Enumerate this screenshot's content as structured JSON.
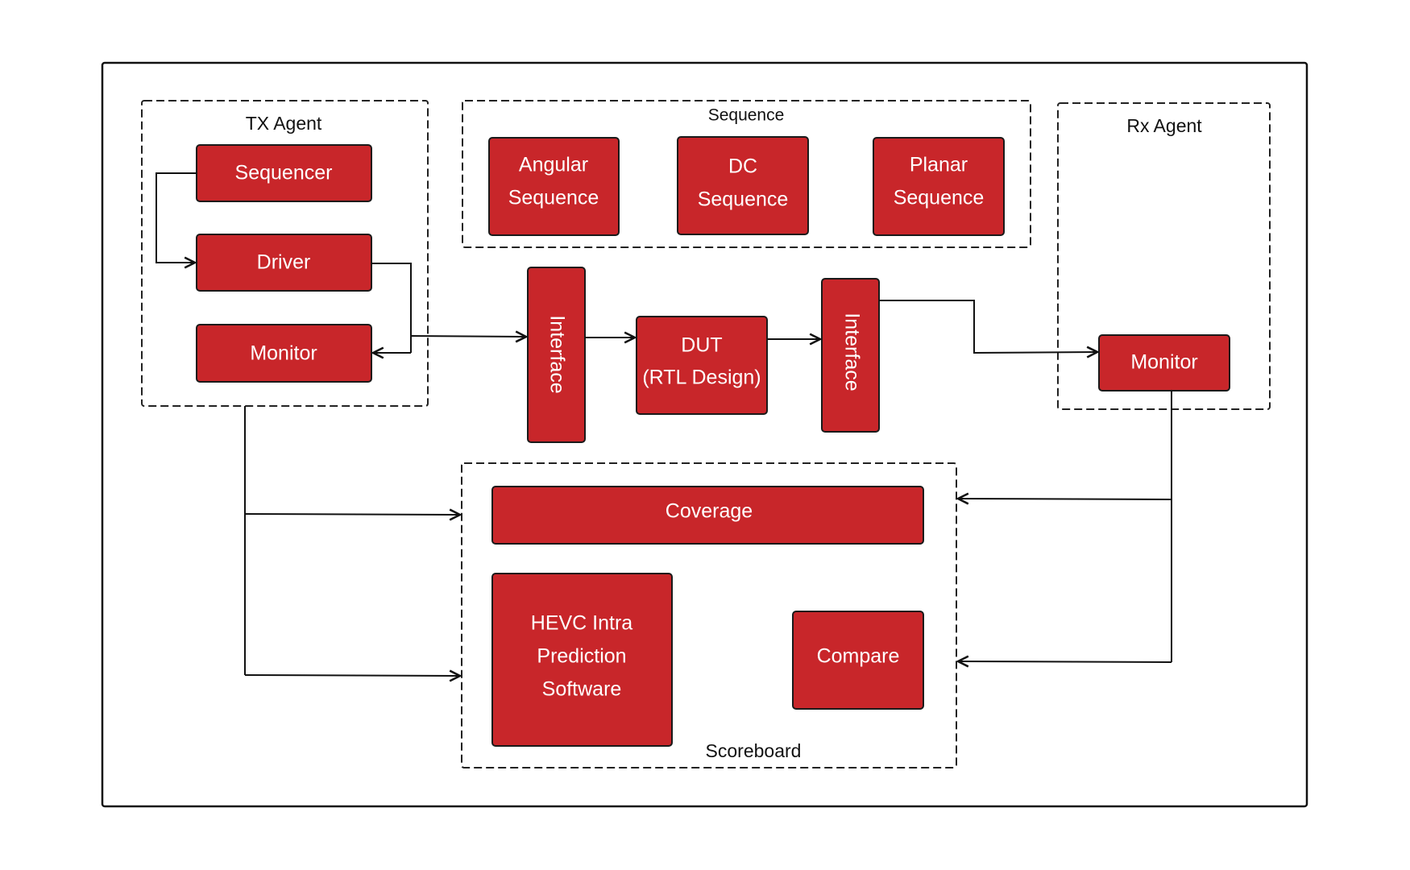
{
  "diagram": {
    "colors": {
      "block": "#c8262a",
      "block_text": "#ffffff",
      "line": "#111111",
      "background": "#ffffff"
    },
    "groups": {
      "tx_agent": {
        "title": "TX Agent"
      },
      "sequence": {
        "title": "Sequence"
      },
      "rx_agent": {
        "title": "Rx Agent"
      },
      "scoreboard": {
        "title": "Scoreboard"
      }
    },
    "blocks": {
      "tx_sequencer": {
        "lines": [
          "Sequencer"
        ]
      },
      "tx_driver": {
        "lines": [
          "Driver"
        ]
      },
      "tx_monitor": {
        "lines": [
          "Monitor"
        ]
      },
      "angular_sequence": {
        "lines": [
          "Angular",
          "Sequence"
        ]
      },
      "dc_sequence": {
        "lines": [
          "DC",
          "Sequence"
        ]
      },
      "planar_sequence": {
        "lines": [
          "Planar",
          "Sequence"
        ]
      },
      "interface_in": {
        "lines": [
          "Interface"
        ]
      },
      "dut": {
        "lines": [
          "DUT",
          "(RTL Design)"
        ]
      },
      "interface_out": {
        "lines": [
          "Interface"
        ]
      },
      "rx_monitor": {
        "lines": [
          "Monitor"
        ]
      },
      "coverage": {
        "lines": [
          "Coverage"
        ]
      },
      "hevc_software": {
        "lines": [
          "HEVC Intra",
          "Prediction",
          "Software"
        ]
      },
      "compare": {
        "lines": [
          "Compare"
        ]
      }
    },
    "connections": [
      {
        "from": "TX Sequencer",
        "to": "TX Driver"
      },
      {
        "from": "TX Driver",
        "to": "Interface (input)"
      },
      {
        "from": "TX Driver",
        "to": "TX Monitor"
      },
      {
        "from": "Interface (input)",
        "to": "DUT (RTL Design)"
      },
      {
        "from": "DUT (RTL Design)",
        "to": "Interface (output)"
      },
      {
        "from": "Interface (output)",
        "to": "Rx Monitor"
      },
      {
        "from": "TX Agent",
        "to": "Scoreboard (Coverage)"
      },
      {
        "from": "TX Agent",
        "to": "Scoreboard (HEVC Intra Prediction Software)"
      },
      {
        "from": "Rx Monitor",
        "to": "Scoreboard (Coverage)"
      },
      {
        "from": "Rx Monitor",
        "to": "Scoreboard (Compare)"
      }
    ]
  }
}
